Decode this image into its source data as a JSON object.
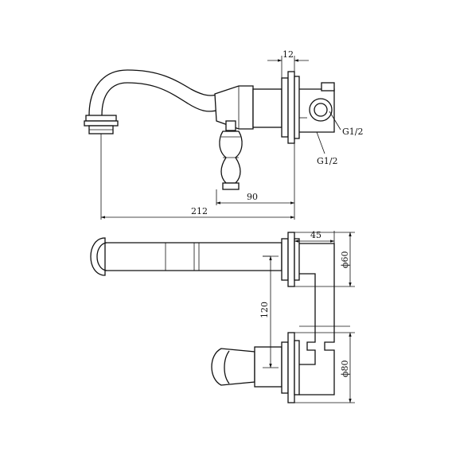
{
  "dimensions": {
    "wall_plate_thickness": "12",
    "handle_to_wall": "90",
    "spout_reach": "212",
    "inlet_depth": "45",
    "top_plate_diameter": "ϕ60",
    "vertical_spacing": "120",
    "bottom_plate_diameter": "ϕ80"
  },
  "thread_labels": {
    "inlet_a": "G1/2",
    "inlet_b": "G1/2"
  }
}
